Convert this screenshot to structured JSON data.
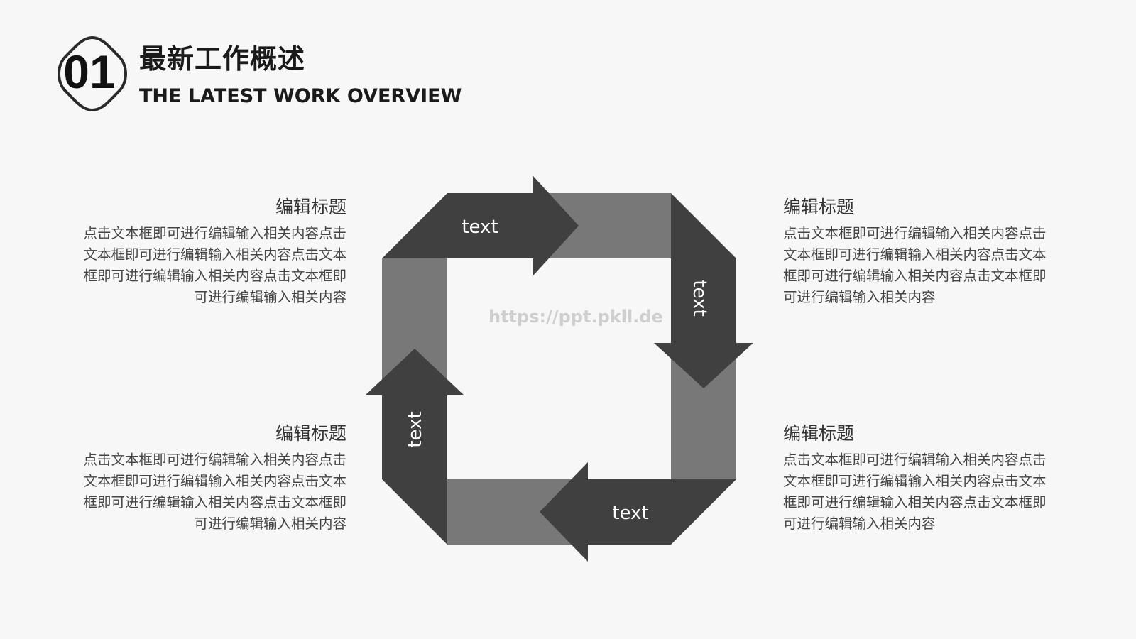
{
  "header": {
    "number": "01",
    "title_cn": "最新工作概述",
    "title_en": "THE LATEST WORK OVERVIEW"
  },
  "blocks": {
    "top_left": {
      "title": "编辑标题",
      "lines": [
        "点击文本框即可进行编辑输入相关内容点击",
        "文本框即可进行编辑输入相关内容点击文本",
        "框即可进行编辑输入相关内容点击文本框即",
        "可进行编辑输入相关内容"
      ]
    },
    "top_right": {
      "title": "编辑标题",
      "lines": [
        "点击文本框即可进行编辑输入相关内容点击",
        "文本框即可进行编辑输入相关内容点击文本",
        "框即可进行编辑输入相关内容点击文本框即",
        "可进行编辑输入相关内容"
      ]
    },
    "bottom_left": {
      "title": "编辑标题",
      "lines": [
        "点击文本框即可进行编辑输入相关内容点击",
        "文本框即可进行编辑输入相关内容点击文本",
        "框即可进行编辑输入相关内容点击文本框即",
        "可进行编辑输入相关内容"
      ]
    },
    "bottom_right": {
      "title": "编辑标题",
      "lines": [
        "点击文本框即可进行编辑输入相关内容点击",
        "文本框即可进行编辑输入相关内容点击文本",
        "框即可进行编辑输入相关内容点击文本框即",
        "可进行编辑输入相关内容"
      ]
    }
  },
  "cycle": {
    "labels": {
      "top": "text",
      "right": "text",
      "bottom": "text",
      "left": "text"
    }
  },
  "watermark": "https://ppt.pkll.de",
  "colors": {
    "dark": "#404040",
    "mid": "#787878",
    "background": "#f7f7f7",
    "title": "#1a1a1a"
  }
}
